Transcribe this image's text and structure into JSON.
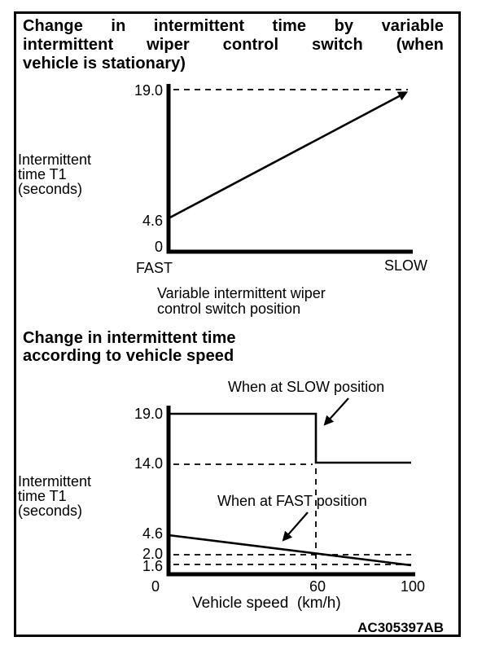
{
  "figure_code": "AC305397AB",
  "chart1": {
    "title_lines": [
      "Change in intermittent time by variable",
      "intermittent wiper control switch (when",
      "vehicle is stationary)"
    ],
    "y_axis_label": "Intermittent\ntime T1\n(seconds)",
    "ticks": {
      "max": "19.0",
      "min": "4.6",
      "zero": "0"
    },
    "x_left": "FAST",
    "x_right": "SLOW",
    "x_caption": "Variable intermittent wiper\ncontrol switch position"
  },
  "chart2": {
    "title": "Change in intermittent time\naccording to vehicle speed",
    "y_axis_label": "Intermittent\ntime T1\n(seconds)",
    "annotation_slow": "When at SLOW position",
    "annotation_fast": "When at FAST position",
    "y_ticks": {
      "t19": "19.0",
      "t14": "14.0",
      "t46": "4.6",
      "t20": "2.0",
      "t16": "1.6"
    },
    "x_ticks": {
      "t0": "0",
      "t60": "60",
      "t100": "100"
    },
    "x_caption": "Vehicle speed  (km/h)"
  },
  "chart_data": [
    {
      "type": "line",
      "title": "Change in intermittent time by variable intermittent wiper control switch (when vehicle is stationary)",
      "xlabel": "Variable intermittent wiper control switch position",
      "ylabel": "Intermittent time T1 (seconds)",
      "x_categories": [
        "FAST",
        "SLOW"
      ],
      "y_ticks": [
        0,
        4.6,
        19.0
      ],
      "ylim": [
        0,
        19.0
      ],
      "grid": false,
      "series": [
        {
          "name": "Intermittent time T1",
          "x": [
            "FAST",
            "SLOW"
          ],
          "y": [
            4.6,
            19.0
          ],
          "style": "solid-arrow"
        }
      ],
      "annotations": [
        {
          "type": "dashed-hline",
          "y": 19.0,
          "from_x": "FAST",
          "to_x": "SLOW"
        }
      ]
    },
    {
      "type": "line",
      "title": "Change in intermittent time according to vehicle speed",
      "xlabel": "Vehicle speed (km/h)",
      "ylabel": "Intermittent time T1 (seconds)",
      "x_ticks": [
        0,
        60,
        100
      ],
      "xlim": [
        0,
        100
      ],
      "y_ticks": [
        1.6,
        2.0,
        4.6,
        14.0,
        19.0
      ],
      "ylim": [
        0,
        19.0
      ],
      "grid": false,
      "series": [
        {
          "name": "When at SLOW position",
          "points": [
            [
              0,
              19.0
            ],
            [
              60,
              19.0
            ],
            [
              60,
              14.0
            ],
            [
              100,
              14.0
            ]
          ]
        },
        {
          "name": "When at FAST position",
          "points": [
            [
              0,
              4.6
            ],
            [
              60,
              2.0
            ],
            [
              100,
              1.6
            ]
          ]
        }
      ],
      "annotations": [
        {
          "type": "dashed-hline",
          "y": 14.0,
          "from_x": 0,
          "to_x": 60
        },
        {
          "type": "dashed-vline",
          "x": 60,
          "from_y": 0,
          "to_y": 14.0
        },
        {
          "type": "dashed-hline",
          "y": 2.0,
          "from_x": 0,
          "to_x": 100
        },
        {
          "type": "dashed-hline",
          "y": 1.6,
          "from_x": 0,
          "to_x": 100
        },
        {
          "type": "arrow-label",
          "text": "When at SLOW position",
          "points_to": [
            60,
            16.5
          ]
        },
        {
          "type": "arrow-label",
          "text": "When at FAST position",
          "points_to": [
            47,
            2.6
          ]
        }
      ]
    }
  ]
}
